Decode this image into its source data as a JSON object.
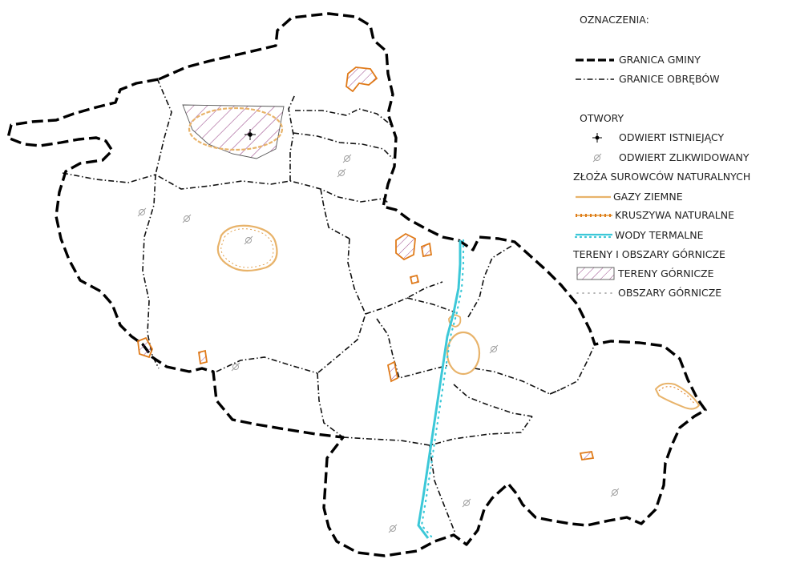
{
  "legend": {
    "title": "OZNACZENIA:",
    "boundaries": {
      "municipality_label": "GRANICA GMINY",
      "precinct_label": "GRANICE OBRĘBÓW"
    },
    "boreholes": {
      "heading": "OTWORY",
      "existing_label": "ODWIERT ISTNIEJĄCY",
      "abandoned_label": "ODWIERT ZLIKWIDOWANY"
    },
    "deposits": {
      "heading": "ZŁOŻA SUROWCÓW NATURALNYCH",
      "gas_label": "GAZY ZIEMNE",
      "aggregate_label": "KRUSZYWA NATURALNE",
      "thermal_label": "WODY TERMALNE"
    },
    "mining": {
      "heading": "TERENY I OBSZARY GÓRNICZE",
      "terrain_label": "TERENY GÓRNICZE",
      "area_label": "OBSZARY GÓRNICZE"
    }
  },
  "colors": {
    "boundary": "#000000",
    "gas": "#e8b36a",
    "aggregate": "#e07b1a",
    "thermal": "#3cc8d8",
    "mining_hatch": "#9a4a8a",
    "borehole_grey": "#9a9a9a"
  },
  "icons": {
    "existing_borehole": "crosshair-dot-icon",
    "abandoned_borehole": "slashed-circle-icon"
  }
}
